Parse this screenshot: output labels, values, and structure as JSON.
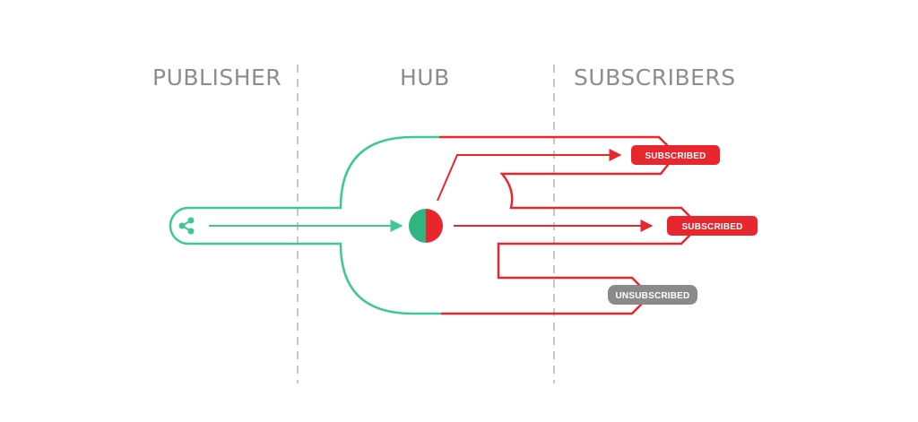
{
  "columns": {
    "publisher": "PUBLISHER",
    "hub": "HUB",
    "subscribers": "SUBSCRIBERS"
  },
  "subscribers": [
    {
      "status": "SUBSCRIBED",
      "color": "#e8262d"
    },
    {
      "status": "SUBSCRIBED",
      "color": "#e8262d"
    },
    {
      "status": "UNSUBSCRIBED",
      "color": "#8a8a8a"
    }
  ],
  "colors": {
    "publisher": "#3cc993",
    "subscriber": "#e8262d",
    "inactive": "#8a8a8a",
    "divider": "#c8c8c8",
    "title": "#8d8d8d"
  },
  "icons": {
    "publisher": "share-icon",
    "hub": "hub-node-icon"
  }
}
